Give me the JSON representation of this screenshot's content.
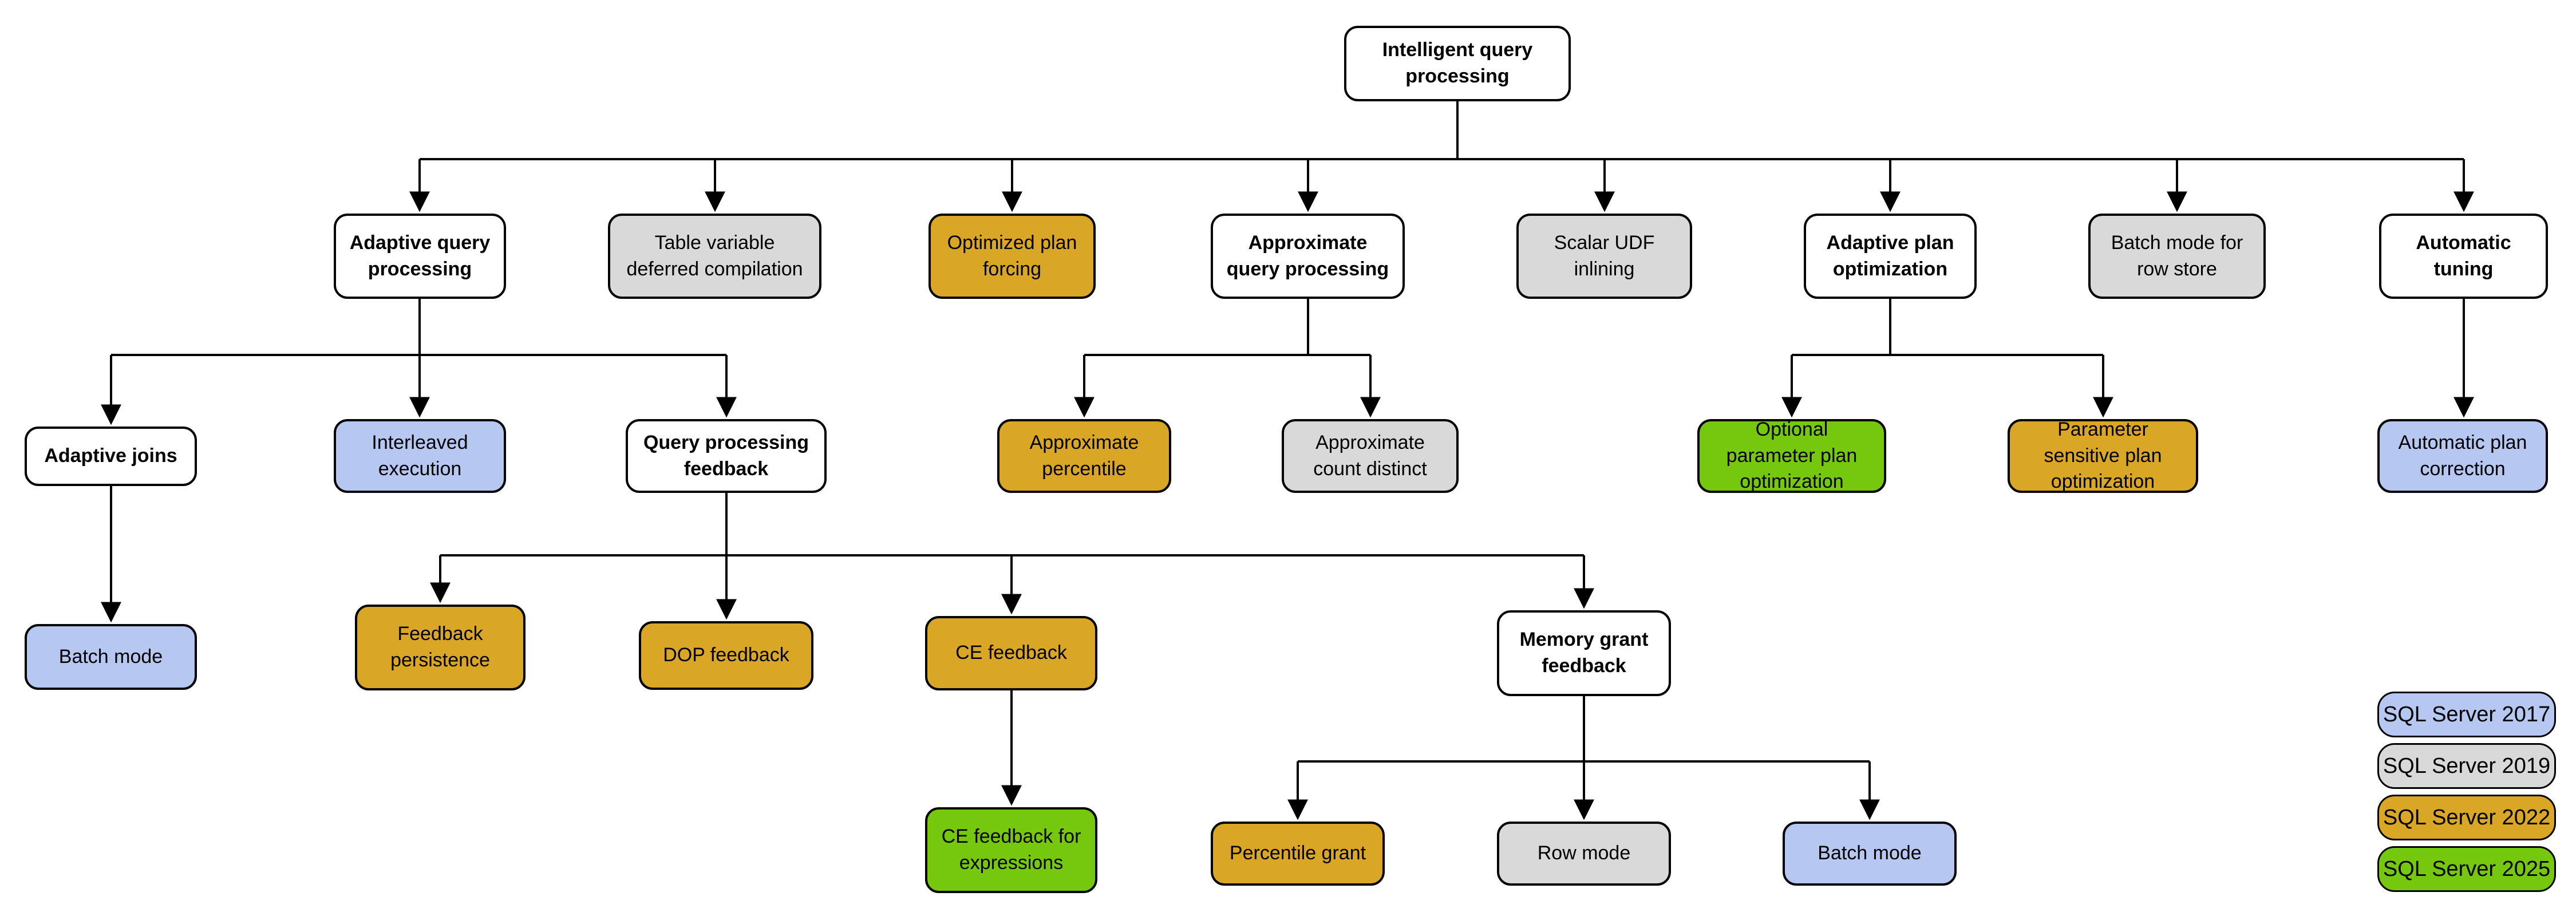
{
  "title": "Intelligent query processing feature family tree",
  "palette": {
    "2017": "#b6c8f2",
    "2019": "#d9d9d9",
    "2022": "#d9a626",
    "2025": "#76c80e",
    "parent": "#ffffff"
  },
  "nodes": [
    {
      "id": "intelligent-query-processing",
      "label": "Intelligent query processing",
      "version": "parent"
    },
    {
      "id": "adaptive-query-processing",
      "label": "Adaptive query processing",
      "version": "parent"
    },
    {
      "id": "table-variable-deferred-compilation",
      "label": "Table variable deferred compilation",
      "version": "2019"
    },
    {
      "id": "optimized-plan-forcing",
      "label": "Optimized plan forcing",
      "version": "2022"
    },
    {
      "id": "approximate-query-processing",
      "label": "Approximate query processing",
      "version": "parent"
    },
    {
      "id": "scalar-udf-inlining",
      "label": "Scalar UDF inlining",
      "version": "2019"
    },
    {
      "id": "adaptive-plan-optimization",
      "label": "Adaptive plan optimization",
      "version": "parent"
    },
    {
      "id": "batch-mode-for-row-store",
      "label": "Batch mode for row store",
      "version": "2019"
    },
    {
      "id": "automatic-tuning",
      "label": "Automatic tuning",
      "version": "parent"
    },
    {
      "id": "adaptive-joins",
      "label": "Adaptive joins",
      "version": "parent"
    },
    {
      "id": "interleaved-execution",
      "label": "Interleaved execution",
      "version": "2017"
    },
    {
      "id": "query-processing-feedback",
      "label": "Query processing feedback",
      "version": "parent"
    },
    {
      "id": "approximate-percentile",
      "label": "Approximate percentile",
      "version": "2022"
    },
    {
      "id": "approximate-count-distinct",
      "label": "Approximate count distinct",
      "version": "2019"
    },
    {
      "id": "optional-parameter-plan-optimization",
      "label": "Optional parameter plan optimization",
      "version": "2025"
    },
    {
      "id": "parameter-sensitive-plan-optimization",
      "label": "Parameter sensitive plan optimization",
      "version": "2022"
    },
    {
      "id": "automatic-plan-correction",
      "label": "Automatic plan correction",
      "version": "2017"
    },
    {
      "id": "batch-mode-adaptive-joins",
      "label": "Batch mode",
      "version": "2017"
    },
    {
      "id": "feedback-persistence",
      "label": "Feedback persistence",
      "version": "2022"
    },
    {
      "id": "dop-feedback",
      "label": "DOP feedback",
      "version": "2022"
    },
    {
      "id": "ce-feedback",
      "label": "CE feedback",
      "version": "2022"
    },
    {
      "id": "memory-grant-feedback",
      "label": "Memory grant feedback",
      "version": "parent"
    },
    {
      "id": "ce-feedback-for-expressions",
      "label": "CE feedback for expressions",
      "version": "2025"
    },
    {
      "id": "percentile-grant",
      "label": "Percentile grant",
      "version": "2022"
    },
    {
      "id": "row-mode",
      "label": "Row mode",
      "version": "2019"
    },
    {
      "id": "batch-mode-memory-grant",
      "label": "Batch mode",
      "version": "2017"
    }
  ],
  "legend": {
    "items": [
      {
        "label": "SQL Server 2017",
        "color": "#b6c8f2",
        "version": "2017"
      },
      {
        "label": "SQL Server 2019",
        "color": "#d9d9d9",
        "version": "2019"
      },
      {
        "label": "SQL Server 2022",
        "color": "#d9a626",
        "version": "2022"
      },
      {
        "label": "SQL Server 2025",
        "color": "#76c80e",
        "version": "2025"
      }
    ]
  }
}
